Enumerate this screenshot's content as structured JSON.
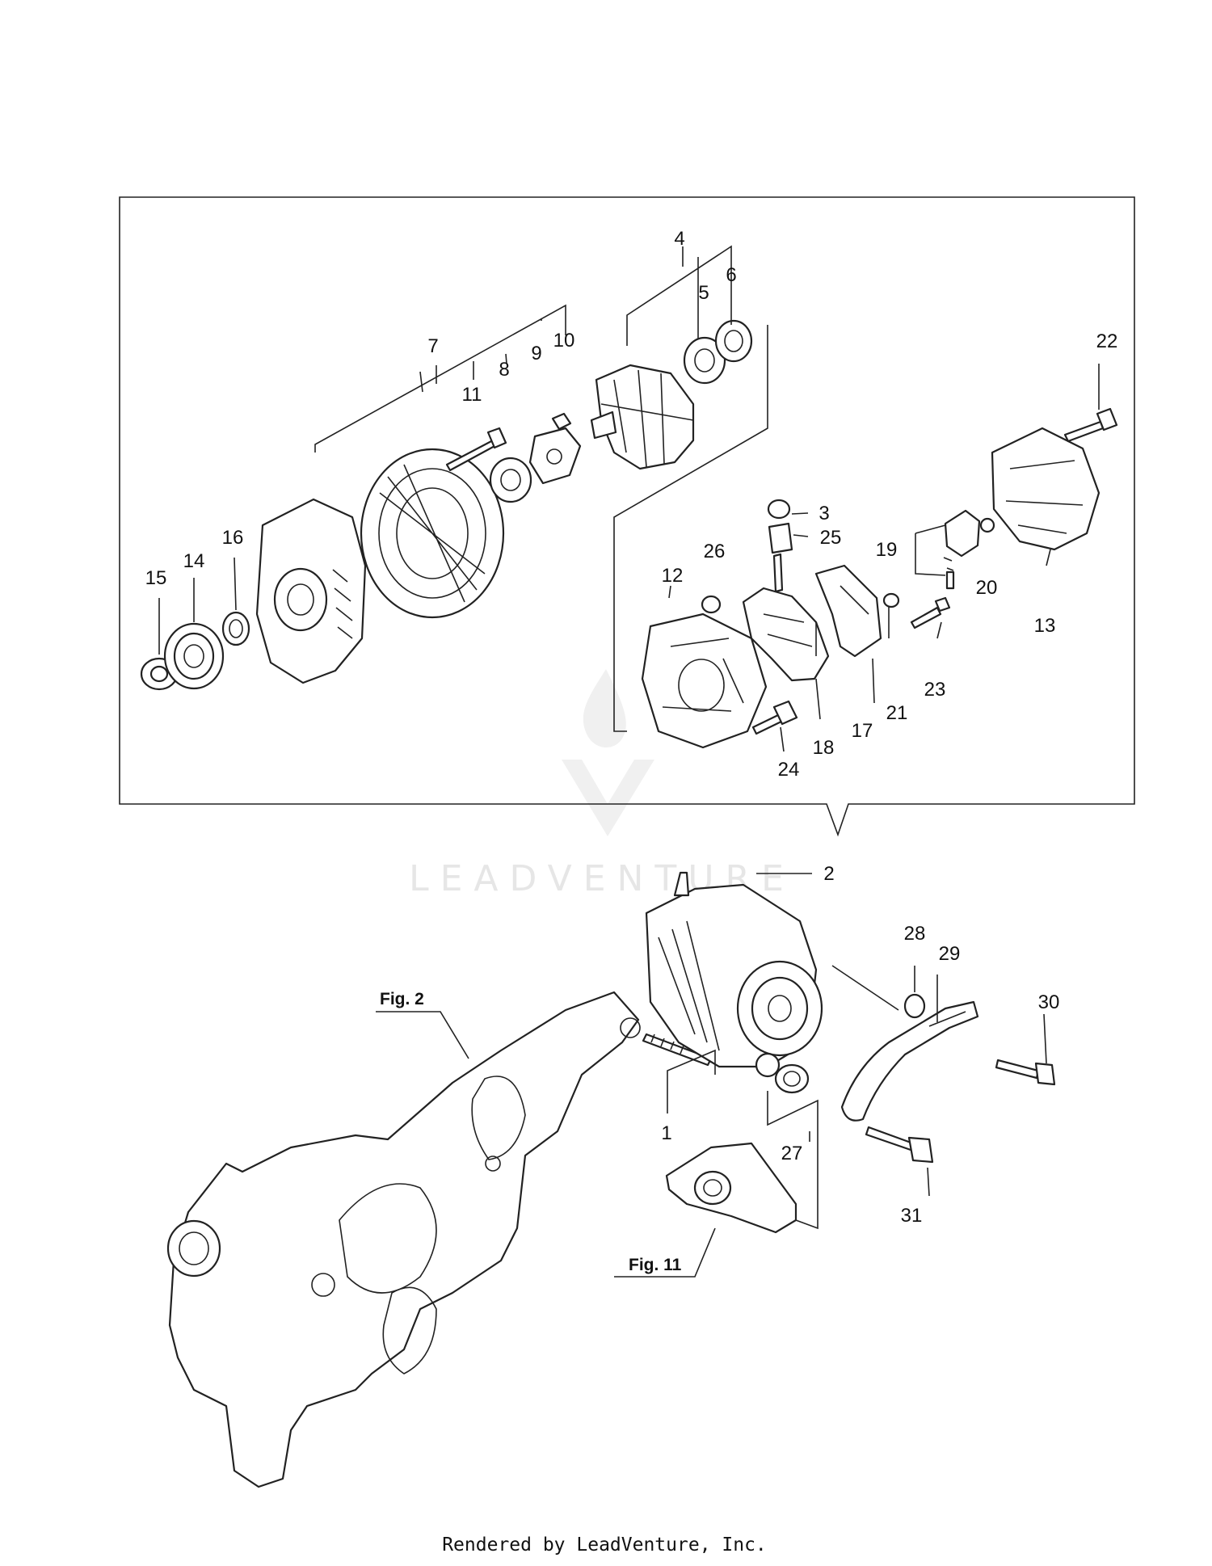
{
  "callouts": [
    {
      "label": "1"
    },
    {
      "label": "2"
    },
    {
      "label": "3"
    },
    {
      "label": "4"
    },
    {
      "label": "5"
    },
    {
      "label": "6"
    },
    {
      "label": "7"
    },
    {
      "label": "8"
    },
    {
      "label": "9"
    },
    {
      "label": "10"
    },
    {
      "label": "11"
    },
    {
      "label": "12"
    },
    {
      "label": "13"
    },
    {
      "label": "14"
    },
    {
      "label": "15"
    },
    {
      "label": "16"
    },
    {
      "label": "17"
    },
    {
      "label": "18"
    },
    {
      "label": "19"
    },
    {
      "label": "20"
    },
    {
      "label": "21"
    },
    {
      "label": "22"
    },
    {
      "label": "23"
    },
    {
      "label": "24"
    },
    {
      "label": "25"
    },
    {
      "label": "26"
    },
    {
      "label": "27"
    },
    {
      "label": "28"
    },
    {
      "label": "29"
    },
    {
      "label": "30"
    },
    {
      "label": "31"
    }
  ],
  "fig_refs": {
    "fig2": "Fig. 2",
    "fig11": "Fig. 11"
  },
  "watermark": "LEADVENTURE",
  "footer": "Rendered by LeadVenture, Inc."
}
